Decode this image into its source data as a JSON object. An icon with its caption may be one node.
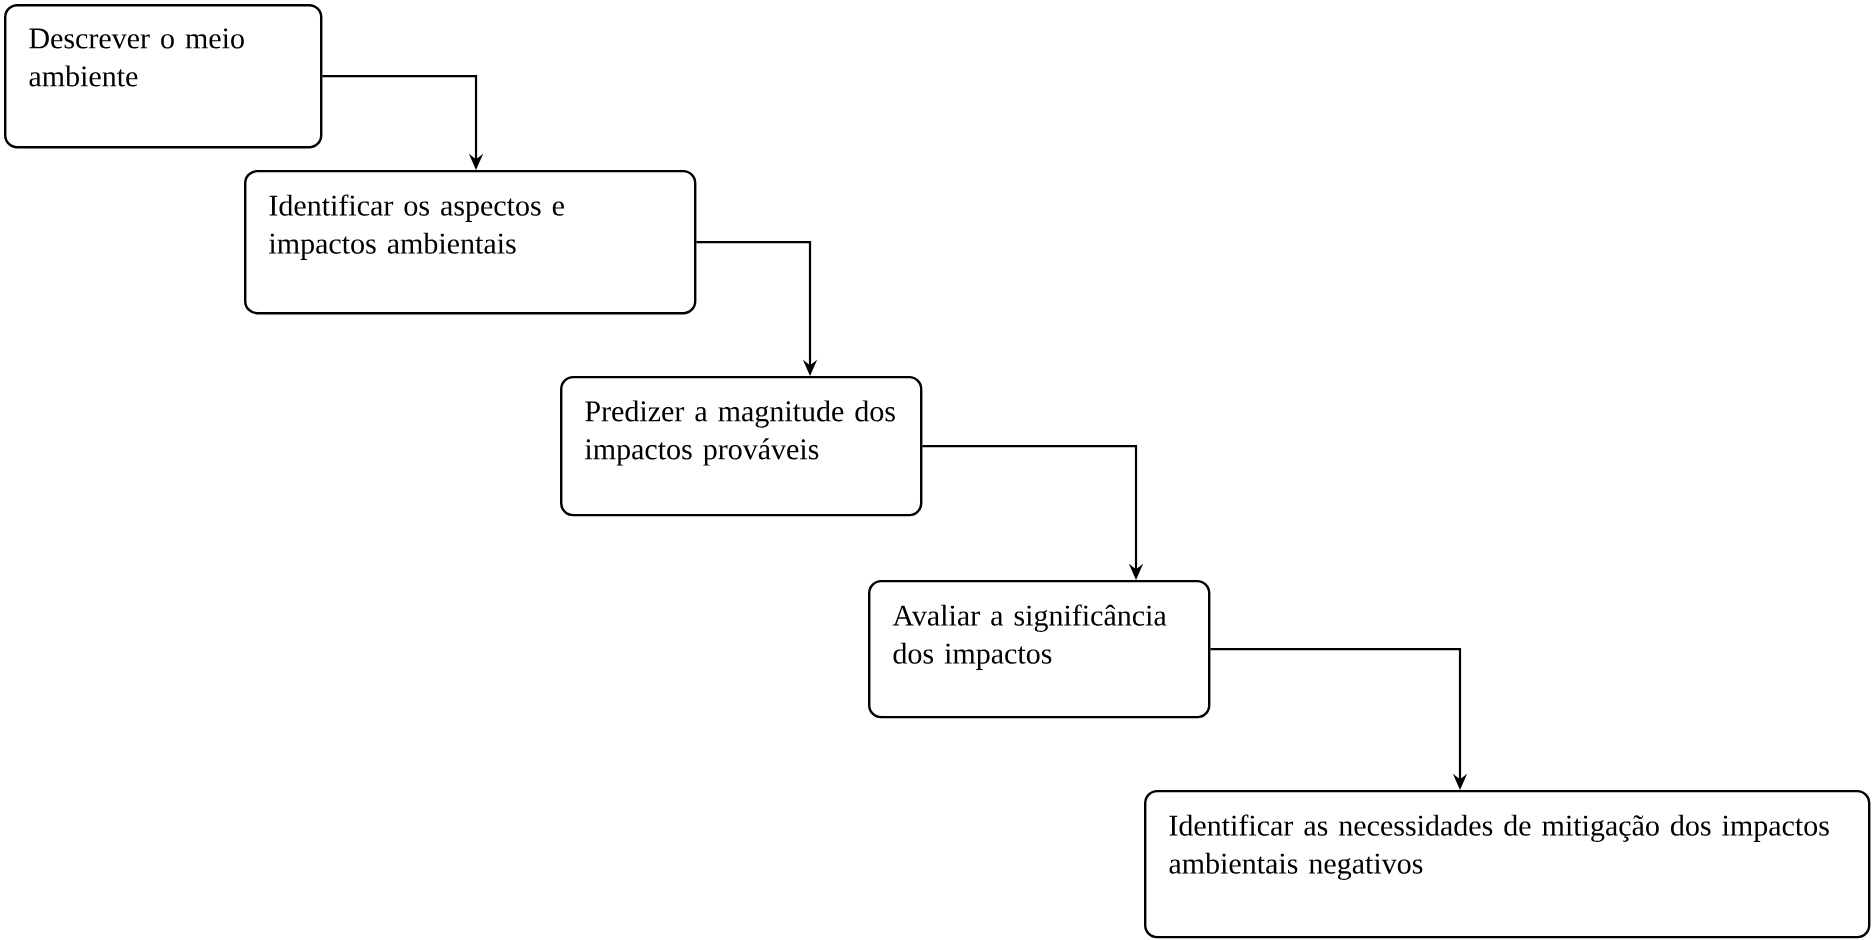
{
  "diagram": {
    "nodes": [
      {
        "text": [
          "Descrever o meio ambiente"
        ]
      },
      {
        "text": [
          "Identificar os aspectos e impactos ambientais"
        ]
      },
      {
        "text": [
          "Predizer a magnitude dos impactos prováveis"
        ]
      },
      {
        "text": [
          "Avaliar a significância dos impactos"
        ]
      },
      {
        "text": [
          "Identificar as necessidades de mitigação dos impactos ambientais negativos"
        ]
      }
    ],
    "edges": [
      {
        "from": 0,
        "to": 1,
        "arrow": "to"
      },
      {
        "from": 1,
        "to": 2,
        "arrow": "to"
      },
      {
        "from": 2,
        "to": 3,
        "arrow": "to"
      },
      {
        "from": 3,
        "to": 4,
        "arrow": "to"
      }
    ]
  }
}
